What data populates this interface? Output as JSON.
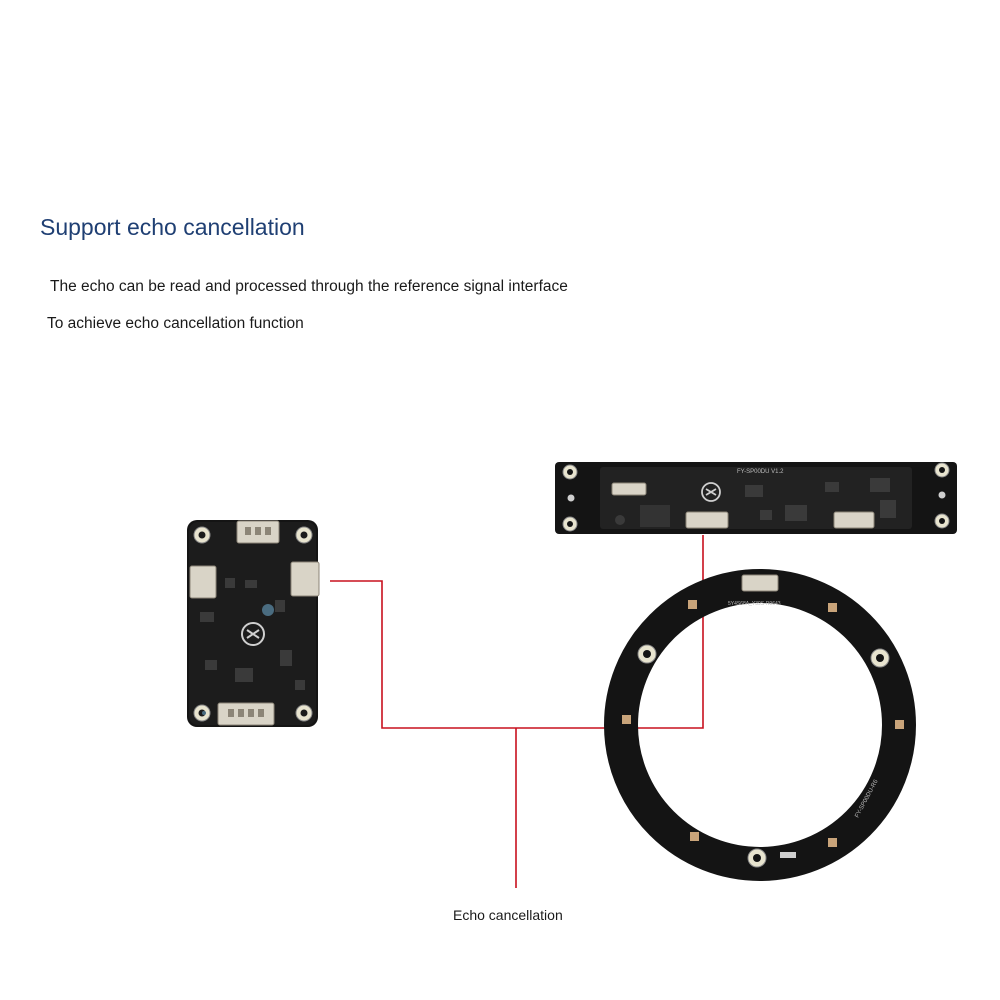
{
  "heading": "Support echo cancellation",
  "description": {
    "line1": "The echo can be read and processed through the reference signal interface",
    "line2": "To achieve echo cancellation function"
  },
  "caption": "Echo cancellation",
  "boards": {
    "bar_silkscreen": "FY-SP00DU V1.2",
    "ring_silkscreen": "FY-SP00DU-R6",
    "ring_code": "5Y4S68A_Y39S-R9643"
  },
  "colors": {
    "heading": "#1f3f73",
    "connector_line": "#c8101e",
    "pcb": "#141414"
  }
}
